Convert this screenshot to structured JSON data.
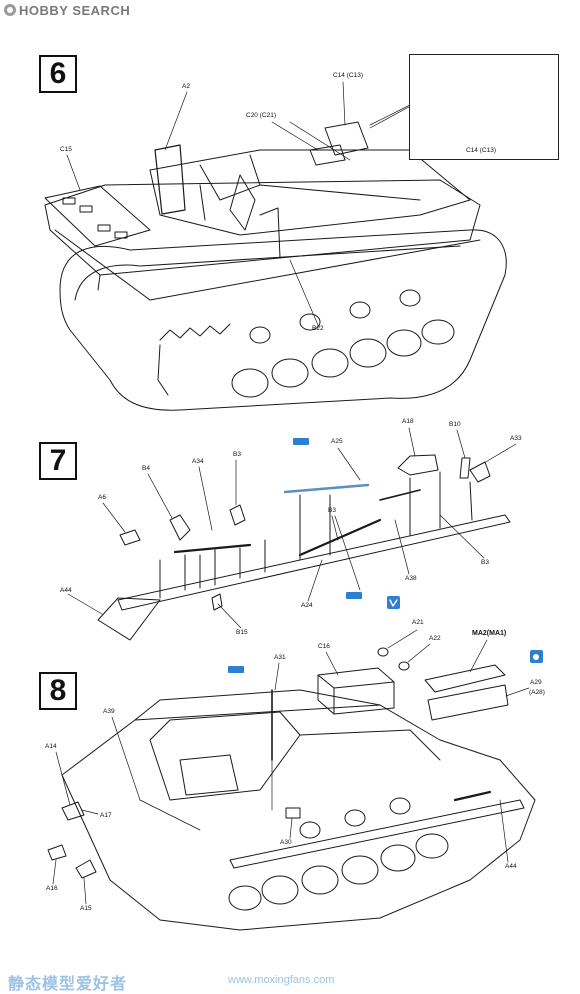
{
  "site": {
    "brand": "HOBBY SEARCH"
  },
  "steps": [
    {
      "number": "6"
    },
    {
      "number": "7"
    },
    {
      "number": "8"
    }
  ],
  "step6": {
    "labels": {
      "a2": "A2",
      "c15": "C15",
      "c14": "C14  (C13)",
      "c20": "C20 (C21)",
      "b22": "B22",
      "c14_inset": "C14 (C13)"
    }
  },
  "step7": {
    "labels": {
      "a6": "A6",
      "b4": "B4",
      "a34": "A34",
      "b3_top": "B3",
      "b3_mid": "B3",
      "b3_right": "B3",
      "a25": "A25",
      "a18": "A18",
      "b10": "B10",
      "a33": "A33",
      "a44": "A44",
      "b15": "B15",
      "a24": "A24",
      "a38": "A38"
    }
  },
  "step8": {
    "labels": {
      "a21": "A21",
      "a22": "A22",
      "c16": "C16",
      "a31": "A31",
      "ma2": "MA2(MA1)",
      "a29": "A29",
      "a28": "(A28)",
      "a39": "A39",
      "a14": "A14",
      "a17": "A17",
      "a16": "A16",
      "a15": "A15",
      "a30": "A30",
      "a44": "A44"
    }
  },
  "watermark": {
    "chinese": "静态模型爱好者",
    "url": "www.moxingfans.com"
  },
  "colors": {
    "line": "#1a1a1a",
    "accent_blue": "#2f7fd0",
    "watermark": "#9cc3e6",
    "brand_gray": "#7a7a7a"
  },
  "icons": [
    "glue-icon",
    "paint-icon",
    "cement-icon",
    "blue-indicator-icon"
  ]
}
